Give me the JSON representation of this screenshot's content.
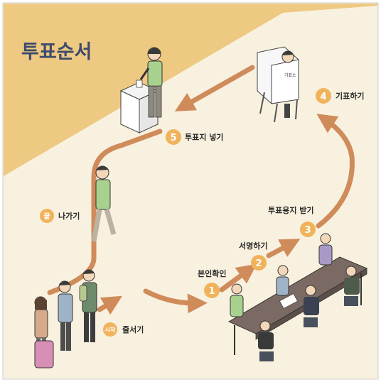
{
  "title": "투표순서",
  "colors": {
    "background_top": "#eec981",
    "background_main": "#f8f1df",
    "arrow": "#d08b5b",
    "badge": "#f0b35c",
    "title": "#3d4a6b"
  },
  "steps": [
    {
      "badge": "시작",
      "label": "줄서기"
    },
    {
      "badge": "1",
      "label": "본인확인"
    },
    {
      "badge": "2",
      "label": "서명하기"
    },
    {
      "badge": "3",
      "label": "투표용지 받기"
    },
    {
      "badge": "4",
      "label": "기표하기"
    },
    {
      "badge": "5",
      "label": "투표지 넣기"
    },
    {
      "badge": "끝",
      "label": "나가기"
    }
  ],
  "booth_sign": "기표소"
}
